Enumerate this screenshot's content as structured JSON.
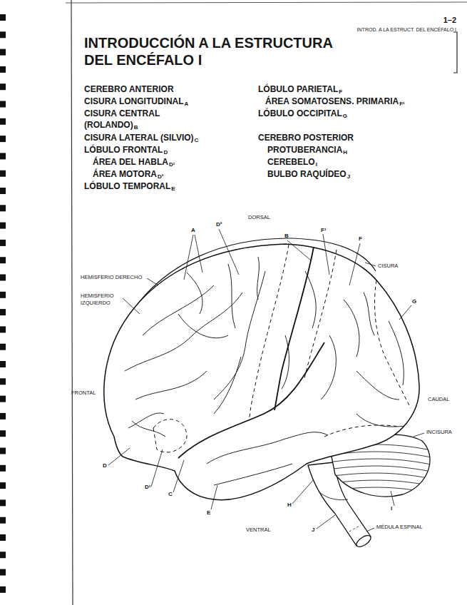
{
  "diagram": {
    "title": "INTRODUCCIÓN A LA ESTRUCTURA DEL ENCÉFALO I",
    "labels": [
      "1–2",
      "INTROD. A LA ESTRUCT. DEL ENCÉFALO I",
      "CEREBRO ANTERIOR",
      "CISURA LONGITUDINAL",
      "A",
      "CISURA CENTRAL (ROLANDO)",
      "B",
      "CISURA LATERAL (SILVIO)",
      "C",
      "LÓBULO FRONTAL",
      "D",
      "ÁREA DEL HABLA",
      "D¹",
      "ÁREA MOTORA",
      "D²",
      "LÓBULO TEMPORAL",
      "E",
      "LÓBULO PARIETAL",
      "F",
      "ÁREA SOMATOSENS. PRIMARIA",
      "F¹",
      "LÓBULO OCCIPITAL",
      "G",
      "CEREBRO POSTERIOR",
      "PROTUBERANCIA",
      "H",
      "CEREBELO",
      "I",
      "BULBO RAQUÍDEO",
      "J",
      "DORSAL",
      "HEMISFERIO DERECHO",
      "HEMISFERIO IZQUIERDO",
      "CISURA",
      "FRONTAL",
      "CAUDAL",
      "INCISURA",
      "VENTRAL",
      "MÉDULA ESPINAL",
      "A",
      "D²",
      "B",
      "F¹",
      "F",
      "G",
      "D",
      "D¹",
      "C",
      "E",
      "H",
      "J",
      "I"
    ]
  }
}
